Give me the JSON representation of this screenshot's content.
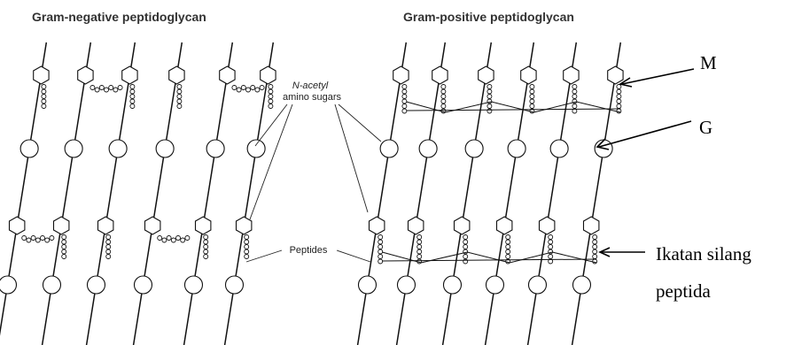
{
  "titles": {
    "left": "Gram-negative peptidoglycan",
    "right": "Gram-positive peptidoglycan"
  },
  "callouts": {
    "amino_sugars_line1": "N-acetyl",
    "amino_sugars_line2": "amino sugars",
    "peptides": "Peptides"
  },
  "labels": {
    "m": "M",
    "g": "G",
    "crosslink_line1": "Ikatan silang",
    "crosslink_line2": "peptida"
  }
}
